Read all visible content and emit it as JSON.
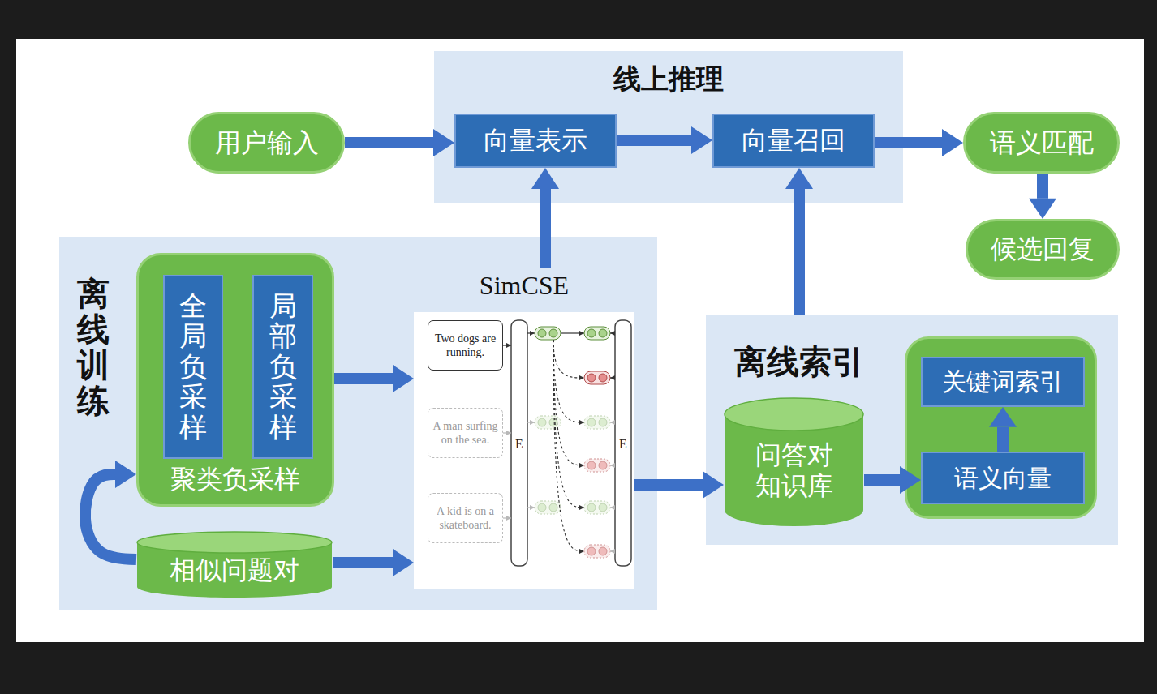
{
  "diagram": {
    "nodes": [
      {
        "text": [
          "线上推理"
        ]
      },
      {
        "text": [
          "用户输入"
        ]
      },
      {
        "text": [
          "向量表示"
        ],
        "in": 0
      },
      {
        "text": [
          "向量召回"
        ],
        "in": 0
      },
      {
        "text": [
          "语义匹配"
        ]
      },
      {
        "text": [
          "候选回复"
        ]
      },
      {
        "text": [
          "离线训练"
        ]
      },
      {
        "text": [
          "聚类负采样"
        ],
        "in": 6
      },
      {
        "text": [
          "全局负采样"
        ],
        "in": 7
      },
      {
        "text": [
          "局部负采样"
        ],
        "in": 7
      },
      {
        "text": [
          "相似问题对"
        ],
        "in": 6
      },
      {
        "text": [
          "SimCSE"
        ],
        "in": 6
      },
      {
        "text": [
          "Two dogs are running."
        ],
        "in": 11
      },
      {
        "text": [
          "A man surfing on the sea."
        ],
        "in": 11
      },
      {
        "text": [
          "A kid is on a skateboard."
        ],
        "in": 11
      },
      {
        "text": [
          "离线索引"
        ]
      },
      {
        "text": [
          "问答对 知识库"
        ],
        "in": 15
      },
      {
        "text": [
          "关键词索引"
        ],
        "in": 15
      },
      {
        "text": [
          "语义向量"
        ],
        "in": 15
      }
    ],
    "edges": [
      {
        "from": 1,
        "to": 2,
        "arrow": "to"
      },
      {
        "from": 2,
        "to": 3,
        "arrow": "to"
      },
      {
        "from": 3,
        "to": 4,
        "arrow": "to"
      },
      {
        "from": 4,
        "to": 5,
        "arrow": "to"
      },
      {
        "from": 11,
        "to": 2,
        "arrow": "to"
      },
      {
        "from": 15,
        "to": 3,
        "arrow": "to"
      },
      {
        "from": 7,
        "to": 11,
        "arrow": "to"
      },
      {
        "from": 10,
        "to": 11,
        "arrow": "to"
      },
      {
        "from": 10,
        "to": 7,
        "arrow": "to"
      },
      {
        "from": 11,
        "to": 16,
        "arrow": "to"
      },
      {
        "from": 16,
        "to": 18,
        "arrow": "to"
      },
      {
        "from": 18,
        "to": 17,
        "arrow": "to"
      }
    ],
    "labels": [
      "E",
      "E"
    ]
  }
}
